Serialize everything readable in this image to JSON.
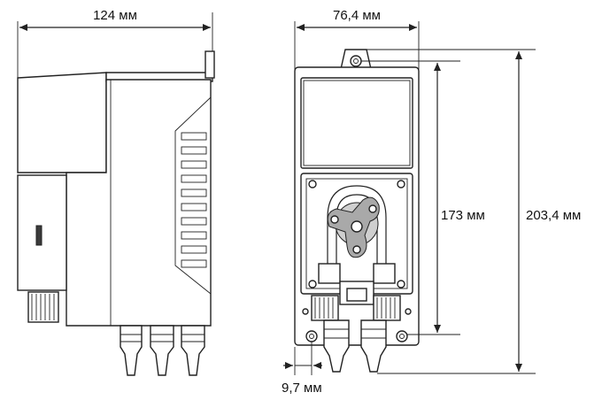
{
  "dimensions": {
    "side_width": "124 мм",
    "front_width": "76,4 мм",
    "hole_spacing": "173 мм",
    "total_height": "203,4 мм",
    "edge_offset": "9,7 мм"
  }
}
